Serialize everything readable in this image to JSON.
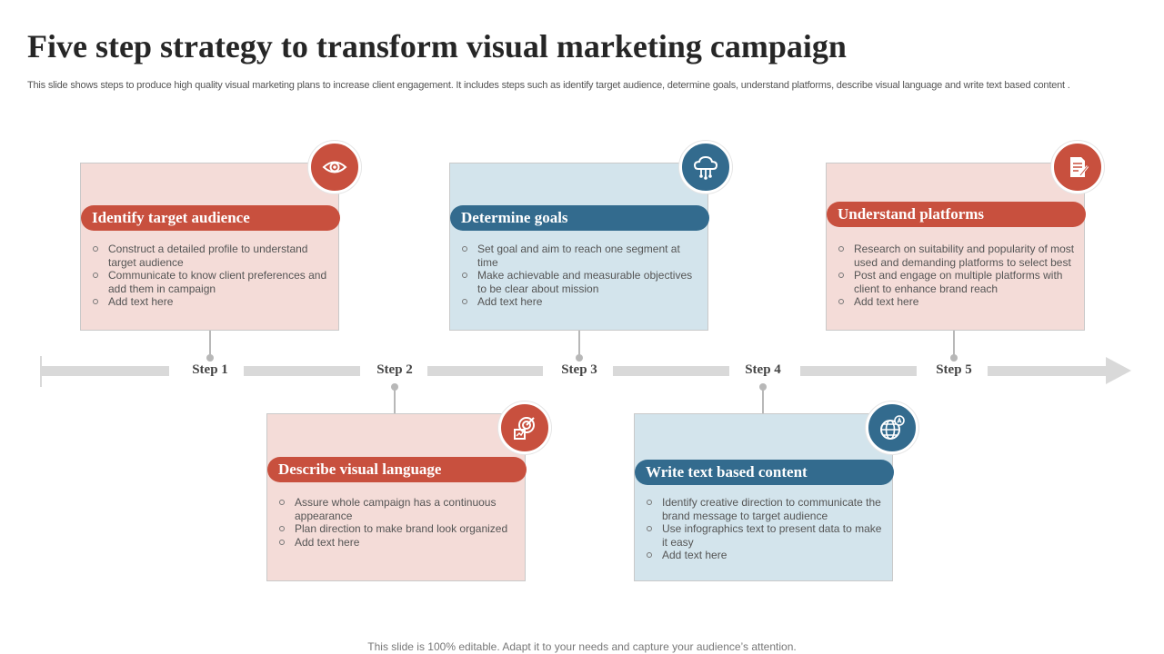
{
  "title": "Five step strategy to transform visual marketing campaign",
  "subtitle": "This slide shows steps to produce high quality visual marketing plans to increase client engagement. It includes steps such as identify target audience, determine goals, understand platforms, describe visual language and write text based content .",
  "colors": {
    "red": "#c8503e",
    "blue": "#336b8e",
    "red_card": "#f4dcd8",
    "blue_card": "#d3e4ec",
    "timeline": "#d9d9d9"
  },
  "timeline": {
    "steps": [
      "Step 1",
      "Step 2",
      "Step 3",
      "Step 4",
      "Step 5"
    ]
  },
  "cards": [
    {
      "title": "Identify target audience",
      "icon": "eye-icon",
      "bullets": [
        "Construct a detailed profile to understand target audience",
        "Communicate to know client preferences and add them in campaign",
        "Add text here"
      ]
    },
    {
      "title": "Describe visual language",
      "icon": "target-chart-icon",
      "bullets": [
        "Assure whole campaign has a continuous appearance",
        "Plan direction to make brand look organized",
        "Add text here"
      ]
    },
    {
      "title": "Determine goals",
      "icon": "cloud-network-icon",
      "bullets": [
        "Set goal and aim to reach one segment at time",
        "Make achievable and measurable objectives to be clear about mission",
        "Add text here"
      ]
    },
    {
      "title": "Write text based content",
      "icon": "globe-language-icon",
      "bullets": [
        "Identify creative direction to communicate the brand message to target audience",
        "Use infographics text to present data to make it easy",
        "Add text here"
      ]
    },
    {
      "title": "Understand platforms",
      "icon": "document-edit-icon",
      "bullets": [
        "Research on suitability and popularity of most used and demanding platforms to select best",
        "Post and engage on multiple platforms with client to enhance brand reach",
        "Add text here"
      ]
    }
  ],
  "footer": "This slide is 100% editable. Adapt it to your needs and capture your audience’s attention."
}
